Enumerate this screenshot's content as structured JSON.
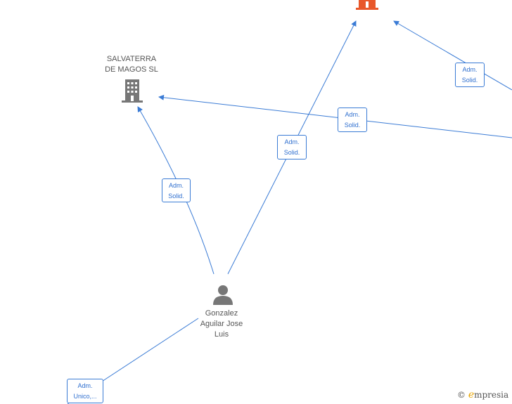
{
  "nodes": {
    "company": {
      "name": "SALVATERRA\nDE MAGOS  SL",
      "icon": "building-icon",
      "color": "#777777"
    },
    "top_company": {
      "icon": "building-icon",
      "color": "#e8572a"
    },
    "person": {
      "name": "Gonzalez\nAguilar Jose\nLuis",
      "icon": "person-icon",
      "color": "#777777"
    }
  },
  "edges": [
    {
      "label": "Adm.\nSolid."
    },
    {
      "label": "Adm.\nSolid."
    },
    {
      "label": "Adm.\nSolid."
    },
    {
      "label": "Adm.\nSolid."
    },
    {
      "label": "Adm.\nUnico,..."
    }
  ],
  "colors": {
    "edge": "#3a7bd5",
    "label_text": "#2f6fcf"
  },
  "brand": {
    "copyright": "©",
    "name_initial": "e",
    "name_rest": "mpresia"
  }
}
